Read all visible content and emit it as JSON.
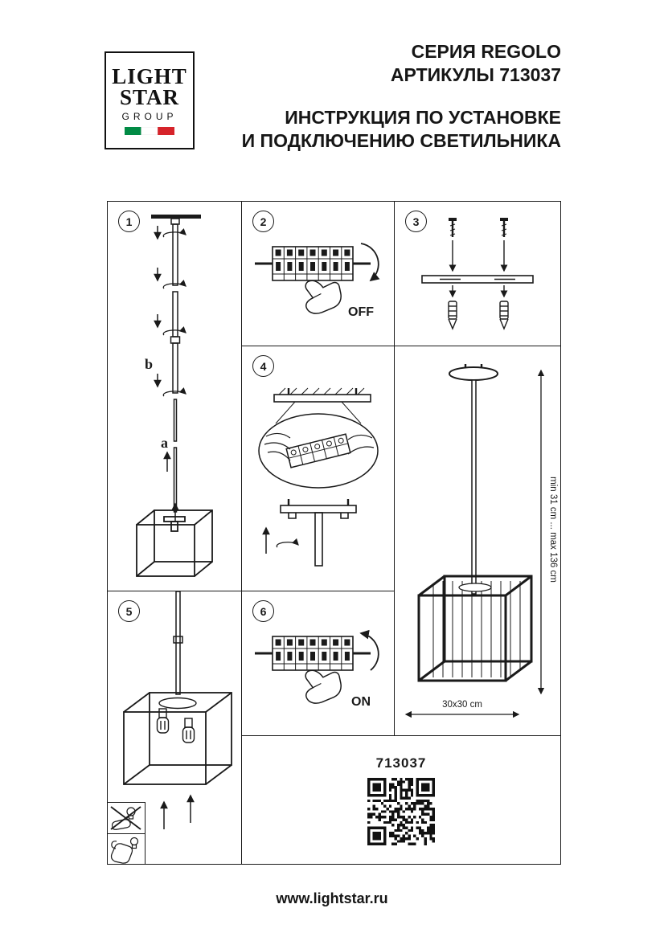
{
  "header": {
    "series": "СЕРИЯ REGOLO",
    "articles": "АРТИКУЛЫ 713037",
    "instruction_line1": "ИНСТРУКЦИЯ ПО УСТАНОВКЕ",
    "instruction_line2": "И ПОДКЛЮЧЕНИЮ СВЕТИЛЬНИКА"
  },
  "logo": {
    "line1": "LIGHT",
    "line2": "STAR",
    "line3": "GROUP",
    "flag": {
      "green": "#018b45",
      "white": "#ffffff",
      "red": "#d6232a"
    }
  },
  "steps": {
    "s1": {
      "number": "1",
      "label_b": "b",
      "label_a": "a"
    },
    "s2": {
      "number": "2",
      "switch_state": "OFF"
    },
    "s3": {
      "number": "3"
    },
    "s4": {
      "number": "4"
    },
    "s5": {
      "number": "5"
    },
    "s6": {
      "number": "6",
      "switch_state": "ON"
    }
  },
  "dimensions": {
    "height_range": "min 31 cm ... max 136 cm",
    "base_size": "30x30 cm"
  },
  "qr": {
    "article": "713037"
  },
  "footer": {
    "website": "www.lightstar.ru"
  }
}
